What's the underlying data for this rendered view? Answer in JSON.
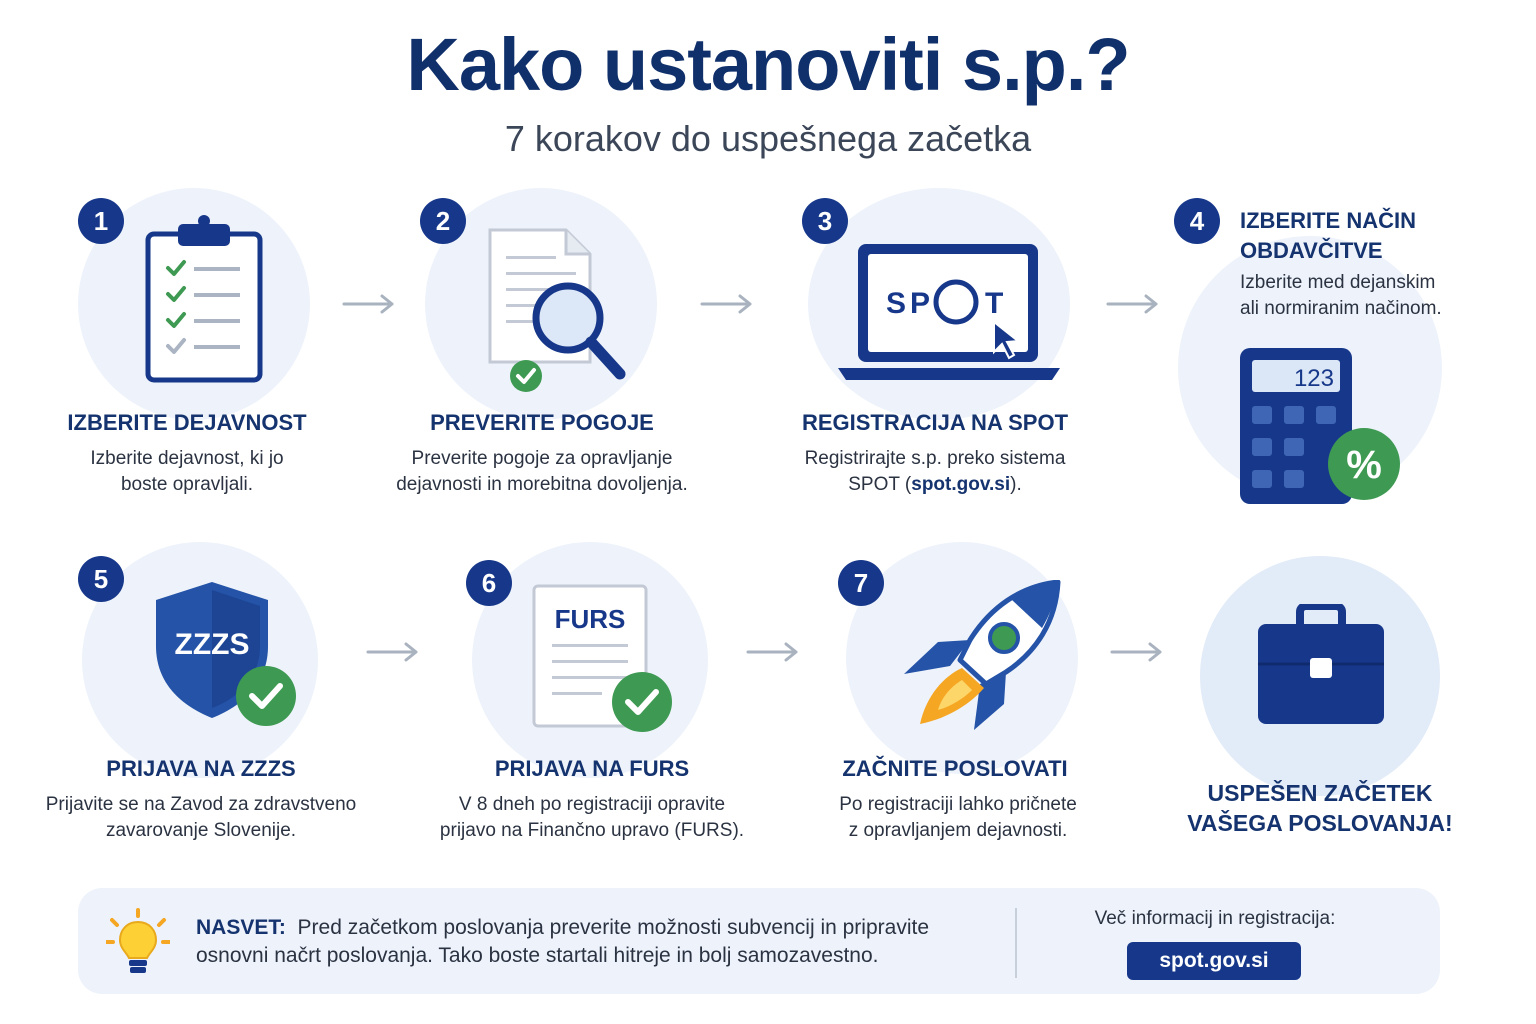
{
  "header": {
    "title": "Kako ustanoviti s.p.?",
    "subtitle": "7 korakov do uspešnega začetka"
  },
  "steps": [
    {
      "number": "1",
      "title": "IZBERITE DEJAVNOST",
      "desc_line1": "Izberite dejavnost, ki jo",
      "desc_line2": "boste opravljali."
    },
    {
      "number": "2",
      "title": "PREVERITE POGOJE",
      "desc_line1": "Preverite pogoje za opravljanje",
      "desc_line2": "dejavnosti in morebitna dovoljenja."
    },
    {
      "number": "3",
      "title": "REGISTRACIJA NA SPOT",
      "desc_line1": "Registrirajte s.p. preko sistema",
      "desc_line2_prefix": "SPOT (",
      "desc_line2_link": "spot.gov.si",
      "desc_line2_suffix": ").",
      "screen_text_left": "SP",
      "screen_text_right": "T"
    },
    {
      "number": "4",
      "title_line1": "IZBERITE NAČIN",
      "title_line2": "OBDAVČITVE",
      "desc_line1": "Izberite med dejanskim",
      "desc_line2": "ali normiranim načinom.",
      "calc_display": "123",
      "calc_symbol": "%"
    },
    {
      "number": "5",
      "title": "PRIJAVA NA ZZZS",
      "desc_line1": "Prijavite se na Zavod za zdravstveno",
      "desc_line2": "zavarovanje Slovenije.",
      "shield_text": "ZZZS"
    },
    {
      "number": "6",
      "title": "PRIJAVA NA FURS",
      "desc_line1": "V 8 dneh po registraciji opravite",
      "desc_line2": "prijavo na Finančno upravo (FURS).",
      "doc_text": "FURS"
    },
    {
      "number": "7",
      "title": "ZAČNITE POSLOVATI",
      "desc_line1": "Po registraciji lahko pričnete",
      "desc_line2": "z opravljanjem dejavnosti."
    }
  ],
  "success": {
    "line1": "USPEŠEN ZAČETEK",
    "line2": "VAŠEGA POSLOVANJA!"
  },
  "tip": {
    "label": "NASVET:",
    "line1": "Pred začetkom poslovanja preverite možnosti subvencij in pripravite",
    "line2": "osnovni načrt poslovanja. Tako boste startali hitreje in bolj samozavestno.",
    "more_label": "Več informacij in registracija:",
    "link": "spot.gov.si"
  },
  "icons": [
    "clipboard-icon",
    "document-search-icon",
    "laptop-icon",
    "calculator-icon",
    "shield-icon",
    "furs-document-icon",
    "rocket-icon",
    "briefcase-icon",
    "lightbulb-icon",
    "arrow-icon"
  ],
  "colors": {
    "navy": "#17388a",
    "dark_navy": "#10306b",
    "green": "#3e9a52",
    "light_bg": "#eef3fb",
    "arrow": "#a9b2bf"
  }
}
